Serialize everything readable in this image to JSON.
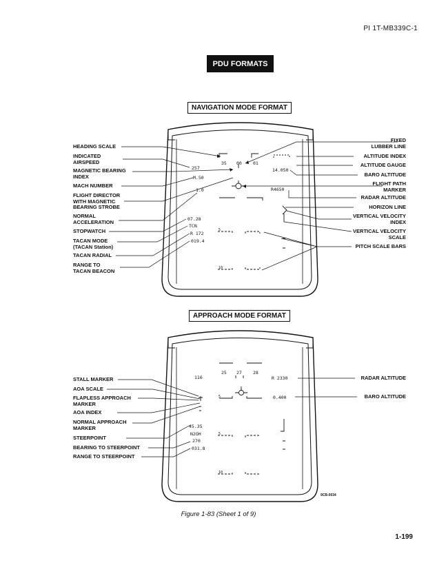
{
  "header": {
    "doc_id": "PI 1T-MB339C-1"
  },
  "page_title": "PDU FORMATS",
  "nav": {
    "title": "NAVIGATION MODE FORMAT",
    "left_labels": {
      "heading_scale": "HEADING SCALE",
      "indicated_airspeed": "INDICATED\nAIRSPEED",
      "magnetic_bearing_index": "MAGNETIC BEARING\nINDEX",
      "mach_number": "MACH NUMBER",
      "flight_director": "FLIGHT DIRECTOR\nWITH MAGNETIC\nBEARING STROBE",
      "normal_acceleration": "NORMAL\nACCELERATION",
      "stopwatch": "STOPWATCH",
      "tacan_mode": "TACAN MODE\n(TACAN Station)",
      "tacan_radial": "TACAN RADIAL",
      "range_to_tacan": "RANGE TO\nTACAN BEACON"
    },
    "right_labels": {
      "fixed_lubber_line": "FIXED\nLUBBER LINE",
      "altitude_index": "ALTITUDE INDEX",
      "altitude_gauge": "ALTITUDE GAUGE",
      "baro_altitude": "BARO ALTITUDE",
      "flight_path_marker": "FLIGHT PATH\nMARKER",
      "radar_altitude": "RADAR ALTITUDE",
      "horizon_line": "HORIZON LINE",
      "vertical_velocity_index": "VERTICAL VELOCITY\nINDEX",
      "vertical_velocity_scale": "VERTICAL VELOCITY\nSCALE",
      "pitch_scale_bars": "PITCH SCALE BARS"
    },
    "display": {
      "heading_a": "35",
      "heading_b": "00",
      "heading_c": "01",
      "airspeed": "257",
      "mach": "M.50",
      "accel": "1.0",
      "stopwatch": "07.28",
      "tacan_mode": "TCN",
      "tacan_radial": "R 172",
      "tacan_range": "019.4",
      "baro_alt": "14.050",
      "radar_alt": "R4650",
      "pitch_lbl_1": "5",
      "pitch_lbl_2": "5",
      "pitch_lbl_3": "10",
      "pitch_lbl_4": "10"
    }
  },
  "approach": {
    "title": "APPROACH MODE FORMAT",
    "left_labels": {
      "stall_marker": "STALL MARKER",
      "aoa_scale": "AOA SCALE",
      "flapless_approach_marker": "FLAPLESS APPROACH\nMARKER",
      "aoa_index": "AOA INDEX",
      "normal_approach_marker": "NORMAL APPROACH\nMARKER",
      "steerpoint": "STEERPOINT",
      "bearing_to_steerpoint": "BEARING TO STEERPOINT",
      "range_to_steerpoint": "RANGE TO STEERPOINT"
    },
    "right_labels": {
      "radar_altitude": "RADAR ALTITUDE",
      "baro_altitude": "BARO ALTITUDE"
    },
    "display": {
      "heading_a": "25",
      "heading_b": "27",
      "heading_c": "28",
      "airspeed": "116",
      "radar_alt": "R 2330",
      "baro_alt": "0.400",
      "stopwatch": "45.35",
      "steerpoint": "N2OH",
      "bearing": "270",
      "range": "031.8",
      "pitch_lbl_1": "5",
      "pitch_lbl_2": "5",
      "pitch_lbl_3": "10"
    }
  },
  "figure_code": "9CB-0034",
  "caption": "Figure 1-83 (Sheet 1 of 9)",
  "page_number": "1-199"
}
